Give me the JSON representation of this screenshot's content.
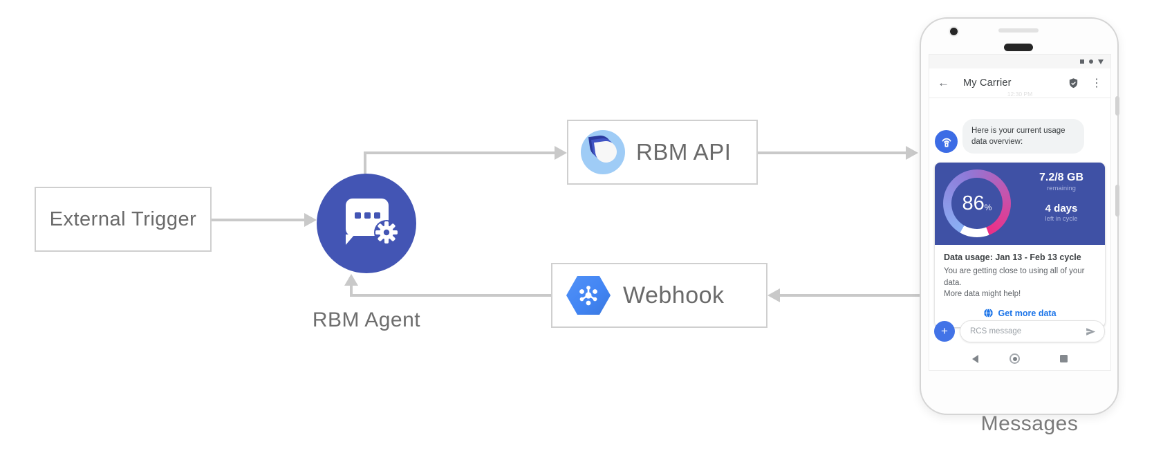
{
  "diagram": {
    "nodes": {
      "external_trigger": "External Trigger",
      "rbm_agent": "RBM Agent",
      "rbm_api": "RBM API",
      "webhook": "Webhook"
    },
    "phone_caption": "Messages"
  },
  "phone": {
    "status_icons": [
      "square",
      "circle",
      "triangle-down"
    ],
    "app_bar": {
      "back_glyph": "←",
      "title": "My Carrier",
      "verified_icon": "shield-check-icon",
      "menu_glyph": "⋮",
      "timestamp": "12:30 PM"
    },
    "chat": {
      "bubble_text": "Here is your current usage data overview:"
    },
    "usage_card": {
      "percent": "86",
      "percent_unit": "%",
      "quota": "7.2/8 GB",
      "quota_caption": "remaining",
      "days": "4 days",
      "days_caption": "left in cycle",
      "title": "Data usage: Jan 13 - Feb 13 cycle",
      "body_line1": "You are getting close to using all of your data.",
      "body_line2": "More data might help!",
      "link_label": "Get more data"
    },
    "compose": {
      "plus_glyph": "+",
      "placeholder": "RCS message"
    }
  },
  "colors": {
    "agent_blue": "#4355b4",
    "card_indigo": "#3f51a5",
    "compose_blue": "#4273e7",
    "link_blue": "#1a73e8",
    "hex_blue": "#4285f4",
    "arrow_gray": "#c9c9c9",
    "gauge_gradient": [
      "#8ab0f5",
      "#8f7ad8",
      "#ec2e85"
    ]
  }
}
